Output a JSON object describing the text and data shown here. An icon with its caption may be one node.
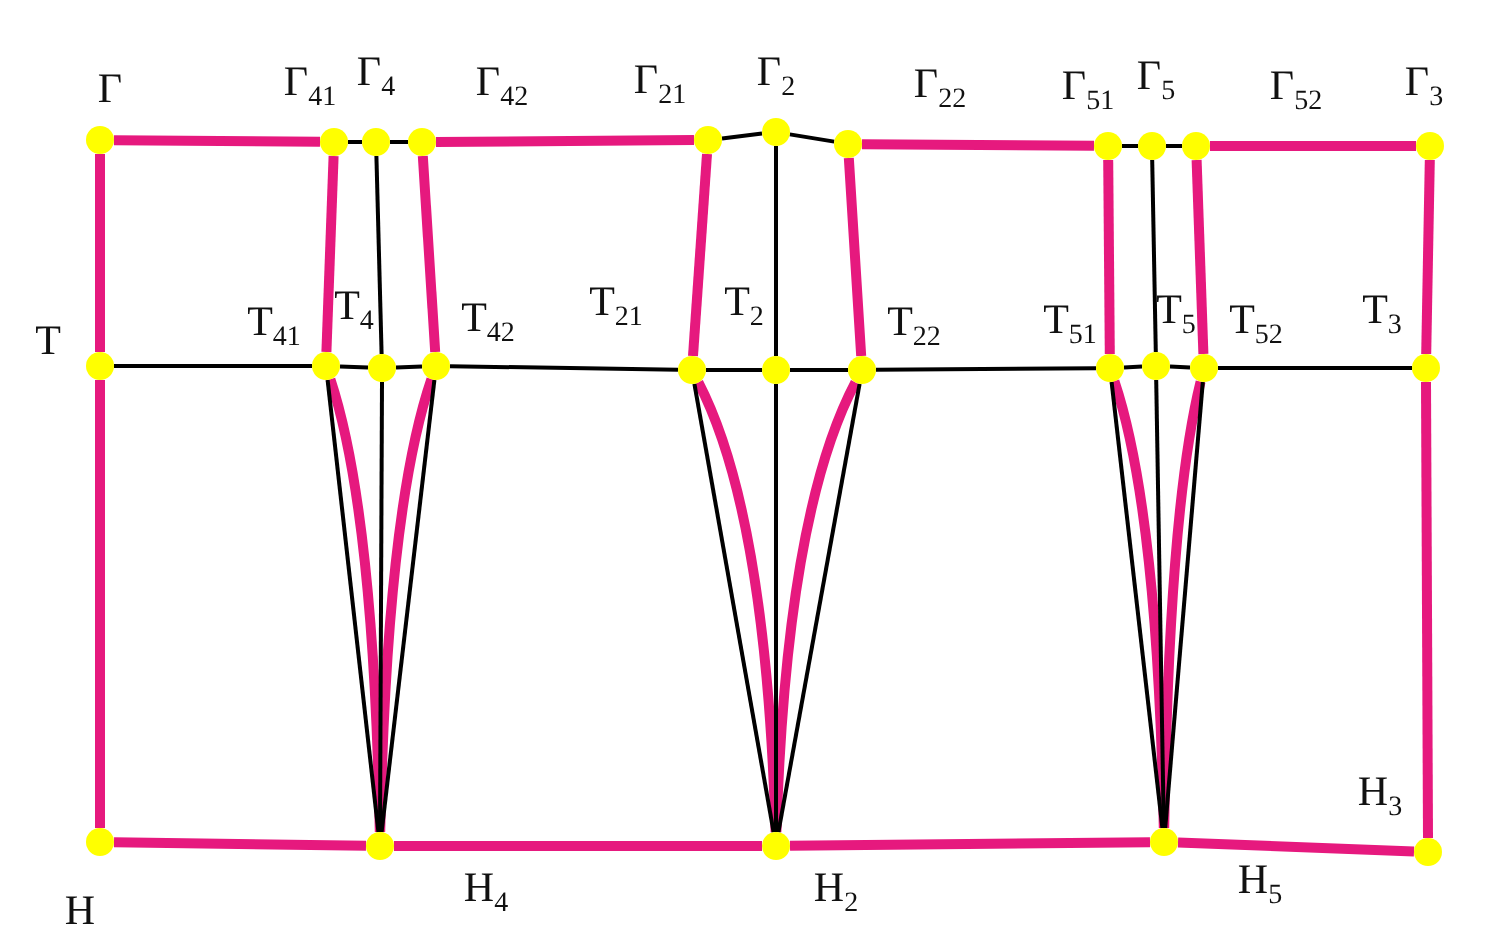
{
  "diagram": {
    "nodes": [
      {
        "text": [
          "Г"
        ]
      },
      {
        "text": [
          "Г$_{41}$"
        ]
      },
      {
        "text": [
          "Г$_{4}$"
        ]
      },
      {
        "text": [
          "Г$_{42}$"
        ]
      },
      {
        "text": [
          "Г$_{21}$"
        ]
      },
      {
        "text": [
          "Г$_{2}$"
        ]
      },
      {
        "text": [
          "Г$_{22}$"
        ]
      },
      {
        "text": [
          "Г$_{51}$"
        ]
      },
      {
        "text": [
          "Г$_{5}$"
        ]
      },
      {
        "text": [
          "Г$_{52}$"
        ]
      },
      {
        "text": [
          "Г$_{3}$"
        ]
      },
      {
        "text": [
          "Т"
        ]
      },
      {
        "text": [
          "Т$_{41}$"
        ]
      },
      {
        "text": [
          "Т$_{4}$"
        ]
      },
      {
        "text": [
          "Т$_{42}$"
        ]
      },
      {
        "text": [
          "Т$_{21}$"
        ]
      },
      {
        "text": [
          "Т$_{2}$"
        ]
      },
      {
        "text": [
          "Т$_{22}$"
        ]
      },
      {
        "text": [
          "Т$_{51}$"
        ]
      },
      {
        "text": [
          "Т$_{5}$"
        ]
      },
      {
        "text": [
          "Т$_{52}$"
        ]
      },
      {
        "text": [
          "Т$_{3}$"
        ]
      },
      {
        "text": [
          "Н"
        ]
      },
      {
        "text": [
          "Н$_{4}$"
        ]
      },
      {
        "text": [
          "Н$_{2}$"
        ]
      },
      {
        "text": [
          "Н$_{5}$"
        ]
      },
      {
        "text": [
          "Н$_{3}$"
        ]
      }
    ],
    "edges": [
      {
        "from": 0,
        "to": 1,
        "arrow": "none",
        "style": "thick",
        "color": "#e6197e"
      },
      {
        "from": 3,
        "to": 4,
        "arrow": "none",
        "style": "thick",
        "color": "#e6197e"
      },
      {
        "from": 6,
        "to": 7,
        "arrow": "none",
        "style": "thick",
        "color": "#e6197e"
      },
      {
        "from": 9,
        "to": 10,
        "arrow": "none",
        "style": "thick",
        "color": "#e6197e"
      },
      {
        "from": 0,
        "to": 11,
        "arrow": "none",
        "style": "thick",
        "color": "#e6197e"
      },
      {
        "from": 11,
        "to": 22,
        "arrow": "none",
        "style": "thick",
        "color": "#e6197e"
      },
      {
        "from": 10,
        "to": 21,
        "arrow": "none",
        "style": "thick",
        "color": "#e6197e"
      },
      {
        "from": 21,
        "to": 26,
        "arrow": "none",
        "style": "thick",
        "color": "#e6197e"
      },
      {
        "from": 22,
        "to": 23,
        "arrow": "none",
        "style": "thick",
        "color": "#e6197e"
      },
      {
        "from": 23,
        "to": 24,
        "arrow": "none",
        "style": "thick",
        "color": "#e6197e"
      },
      {
        "from": 24,
        "to": 25,
        "arrow": "none",
        "style": "thick",
        "color": "#e6197e"
      },
      {
        "from": 25,
        "to": 26,
        "arrow": "none",
        "style": "thick",
        "color": "#e6197e"
      },
      {
        "from": 1,
        "to": 12,
        "arrow": "none",
        "style": "thick",
        "color": "#e6197e"
      },
      {
        "from": 3,
        "to": 14,
        "arrow": "none",
        "style": "thick",
        "color": "#e6197e"
      },
      {
        "from": 4,
        "to": 15,
        "arrow": "none",
        "style": "thick",
        "color": "#e6197e"
      },
      {
        "from": 6,
        "to": 17,
        "arrow": "none",
        "style": "thick",
        "color": "#e6197e"
      },
      {
        "from": 7,
        "to": 18,
        "arrow": "none",
        "style": "thick",
        "color": "#e6197e"
      },
      {
        "from": 9,
        "to": 20,
        "arrow": "none",
        "style": "thick",
        "color": "#e6197e"
      },
      {
        "from": 12,
        "to": 23,
        "arrow": "none",
        "style": "thick",
        "color": "#e6197e"
      },
      {
        "from": 14,
        "to": 23,
        "arrow": "none",
        "style": "thick",
        "color": "#e6197e"
      },
      {
        "from": 15,
        "to": 24,
        "arrow": "none",
        "style": "thick",
        "color": "#e6197e"
      },
      {
        "from": 17,
        "to": 24,
        "arrow": "none",
        "style": "thick",
        "color": "#e6197e"
      },
      {
        "from": 18,
        "to": 25,
        "arrow": "none",
        "style": "thick",
        "color": "#e6197e"
      },
      {
        "from": 20,
        "to": 25,
        "arrow": "none",
        "style": "thick",
        "color": "#e6197e"
      },
      {
        "from": 1,
        "to": 2,
        "arrow": "none"
      },
      {
        "from": 2,
        "to": 3,
        "arrow": "none"
      },
      {
        "from": 4,
        "to": 5,
        "arrow": "none"
      },
      {
        "from": 5,
        "to": 6,
        "arrow": "none"
      },
      {
        "from": 7,
        "to": 8,
        "arrow": "none"
      },
      {
        "from": 8,
        "to": 9,
        "arrow": "none"
      },
      {
        "from": 11,
        "to": 12,
        "arrow": "none"
      },
      {
        "from": 12,
        "to": 13,
        "arrow": "none"
      },
      {
        "from": 13,
        "to": 14,
        "arrow": "none"
      },
      {
        "from": 14,
        "to": 15,
        "arrow": "none"
      },
      {
        "from": 15,
        "to": 16,
        "arrow": "none"
      },
      {
        "from": 16,
        "to": 17,
        "arrow": "none"
      },
      {
        "from": 17,
        "to": 18,
        "arrow": "none"
      },
      {
        "from": 18,
        "to": 19,
        "arrow": "none"
      },
      {
        "from": 19,
        "to": 20,
        "arrow": "none"
      },
      {
        "from": 20,
        "to": 21,
        "arrow": "none"
      },
      {
        "from": 2,
        "to": 13,
        "arrow": "none"
      },
      {
        "from": 13,
        "to": 23,
        "arrow": "none"
      },
      {
        "from": 5,
        "to": 16,
        "arrow": "none"
      },
      {
        "from": 16,
        "to": 24,
        "arrow": "none"
      },
      {
        "from": 8,
        "to": 19,
        "arrow": "none"
      },
      {
        "from": 19,
        "to": 25,
        "arrow": "none"
      },
      {
        "from": 12,
        "to": 23,
        "arrow": "none"
      },
      {
        "from": 14,
        "to": 23,
        "arrow": "none"
      },
      {
        "from": 15,
        "to": 24,
        "arrow": "none"
      },
      {
        "from": 17,
        "to": 24,
        "arrow": "none"
      },
      {
        "from": 18,
        "to": 25,
        "arrow": "none"
      },
      {
        "from": 20,
        "to": 25,
        "arrow": "none"
      }
    ]
  }
}
